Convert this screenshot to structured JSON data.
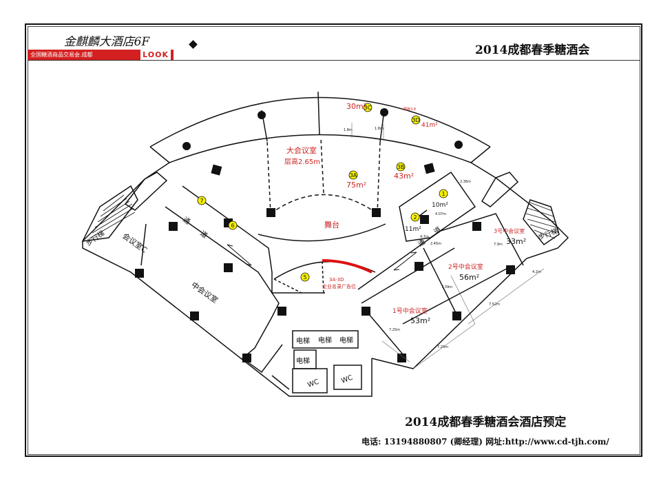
{
  "header": {
    "hotel_title": "金麒麟大酒店6F",
    "logo_subtitle": "全国糖酒商品交易会.成都",
    "logo_brand": "LOOK",
    "event_title": "2014成都春季糖酒会"
  },
  "footer": {
    "title": "2014成都春季糖酒会酒店预定",
    "contact": "电话: 13194880807 (卿经理) 网址:http://www.cd-tjh.com/"
  },
  "colors": {
    "room_text": "#cc2222",
    "badge": "#f5f000",
    "ink": "#111111"
  },
  "plan": {
    "grand_hall": {
      "name": "大会议室",
      "height": "层高2.65m"
    },
    "stage": "舞台",
    "banner": {
      "code": "3A-3D",
      "text": "企业名录广告位"
    },
    "booths": [
      {
        "badge": "3C",
        "area": "30m²"
      },
      {
        "badge": "3D",
        "area": "41m²"
      },
      {
        "badge": "3A",
        "area": "75m²"
      },
      {
        "badge": "3B",
        "area": "43m²"
      },
      {
        "badge": "1",
        "area": "10m²"
      },
      {
        "badge": "2",
        "area": "11m²"
      },
      {
        "badge": "5",
        "area": ""
      },
      {
        "badge": "6",
        "area": ""
      },
      {
        "badge": "7",
        "area": ""
      }
    ],
    "meeting_rooms": [
      {
        "name": "3号中会议室",
        "area": "33m²"
      },
      {
        "name": "2号中会议室",
        "area": "56m²"
      },
      {
        "name": "1号中会议室",
        "area": "53m²"
      },
      {
        "name": "中会议室",
        "area": ""
      },
      {
        "name": "会议室C",
        "area": ""
      }
    ],
    "stairs_left": "步行梯",
    "stairs_right": "步行梯",
    "corridor_left": [
      "通",
      "道"
    ],
    "corridor_right": [
      "通",
      "道"
    ],
    "elevators": [
      "电梯",
      "电梯",
      "电梯",
      "电梯"
    ],
    "wc": [
      "WC",
      "WC"
    ],
    "dims": {
      "d1": "1.8m",
      "d2": "1.8m",
      "d3": "隔板3.8",
      "d4": "2.36m",
      "d5": "4.07m",
      "d6": "4.7m",
      "d7": "2.45m",
      "d8": "7.9m",
      "d9": "7.39m",
      "d10": "7.52m",
      "d11": "4.2m",
      "d12": "7.25m",
      "d13": "7.25m"
    }
  }
}
